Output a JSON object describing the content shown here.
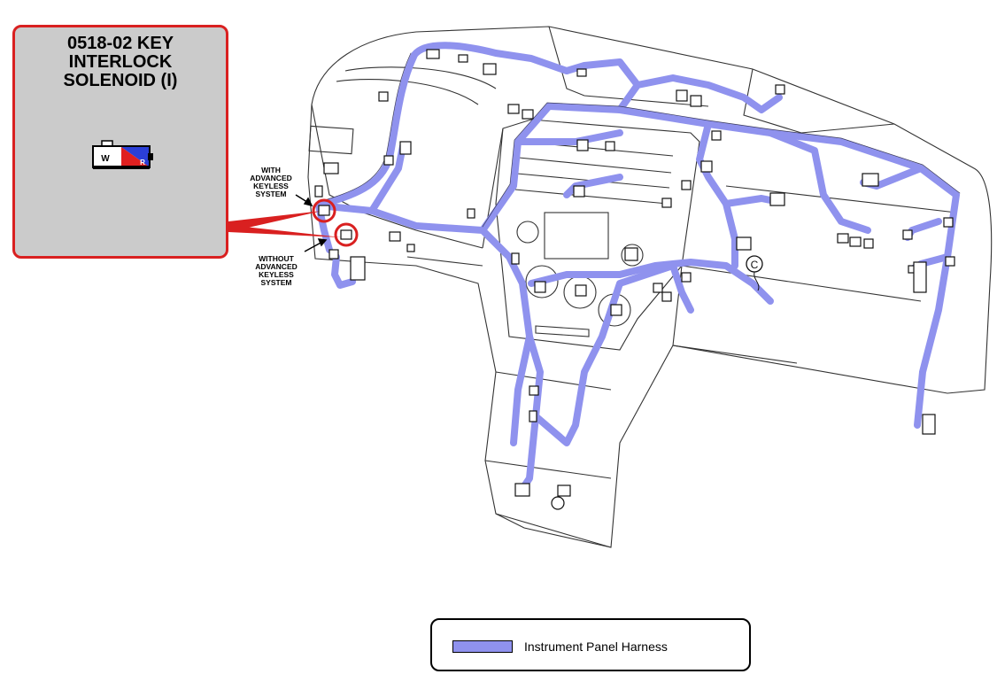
{
  "callout": {
    "title_lines": [
      "0518-02 KEY",
      "INTERLOCK",
      "SOLENOID (I)"
    ],
    "connector_pin_labels": [
      "W",
      "R"
    ]
  },
  "labels": {
    "with_advanced": [
      "WITH",
      "ADVANCED",
      "KEYLESS",
      "SYSTEM"
    ],
    "without_advanced": [
      "WITHOUT",
      "ADVANCED",
      "KEYLESS",
      "SYSTEM"
    ]
  },
  "ground_marker": "C",
  "legend": {
    "label": "Instrument Panel Harness"
  },
  "colors": {
    "harness": "#8f92ee",
    "callout_border": "#d92020",
    "callout_fill": "#cbcbcb",
    "connector_wire": "#ffffff",
    "connector_red": "#e02020",
    "connector_blue": "#2b3fd6"
  }
}
